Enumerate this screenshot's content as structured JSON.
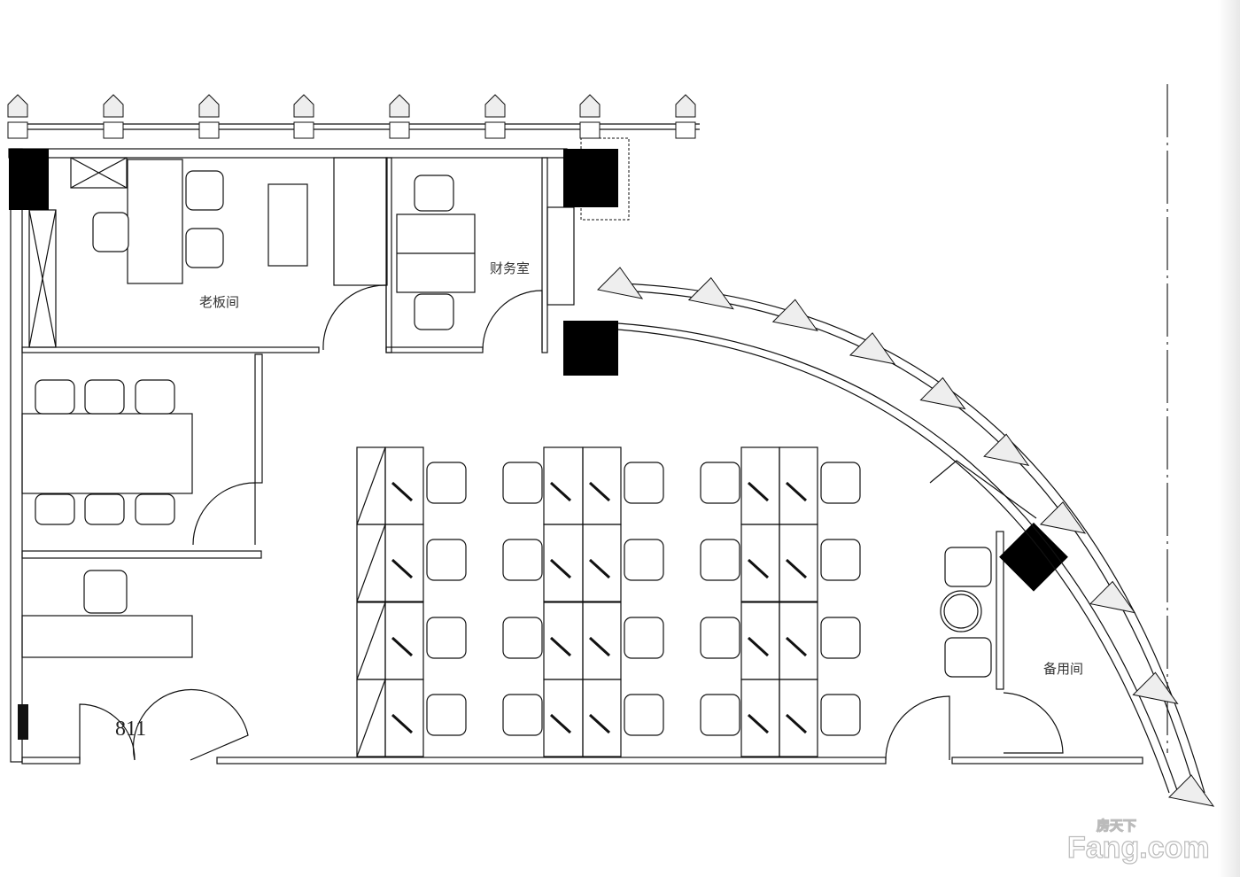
{
  "rooms": {
    "boss_office": "老板间",
    "finance_room": "财务室",
    "spare_room": "备用间"
  },
  "unit_number": "811",
  "watermark": {
    "brand_cn": "房天下",
    "brand_en": "Fang.com"
  }
}
